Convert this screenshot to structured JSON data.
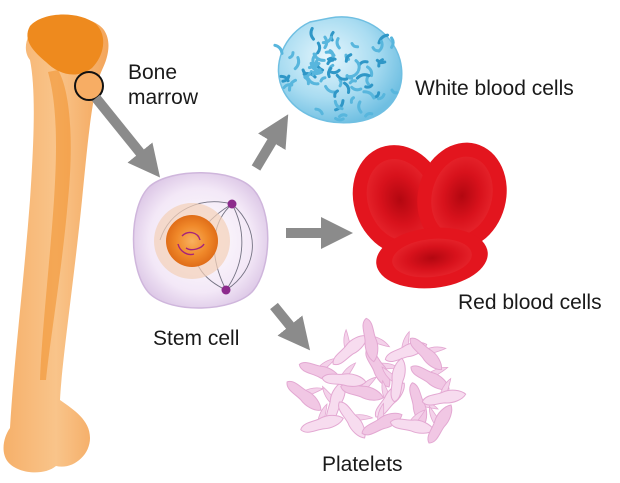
{
  "labels": {
    "bone_marrow_line1": "Bone",
    "bone_marrow_line2": "marrow",
    "white_blood_cells": "White blood cells",
    "red_blood_cells": "Red blood cells",
    "stem_cell": "Stem cell",
    "platelets": "Platelets"
  },
  "colors": {
    "bone": "#f7ad64",
    "marrow": "#ee8a1e",
    "white_cell": "#8fd0ec",
    "red_cell": "#d7111b",
    "stem_cell": "#efe1f4",
    "platelet": "#f5d3ec",
    "arrow": "#8b8b8b"
  }
}
